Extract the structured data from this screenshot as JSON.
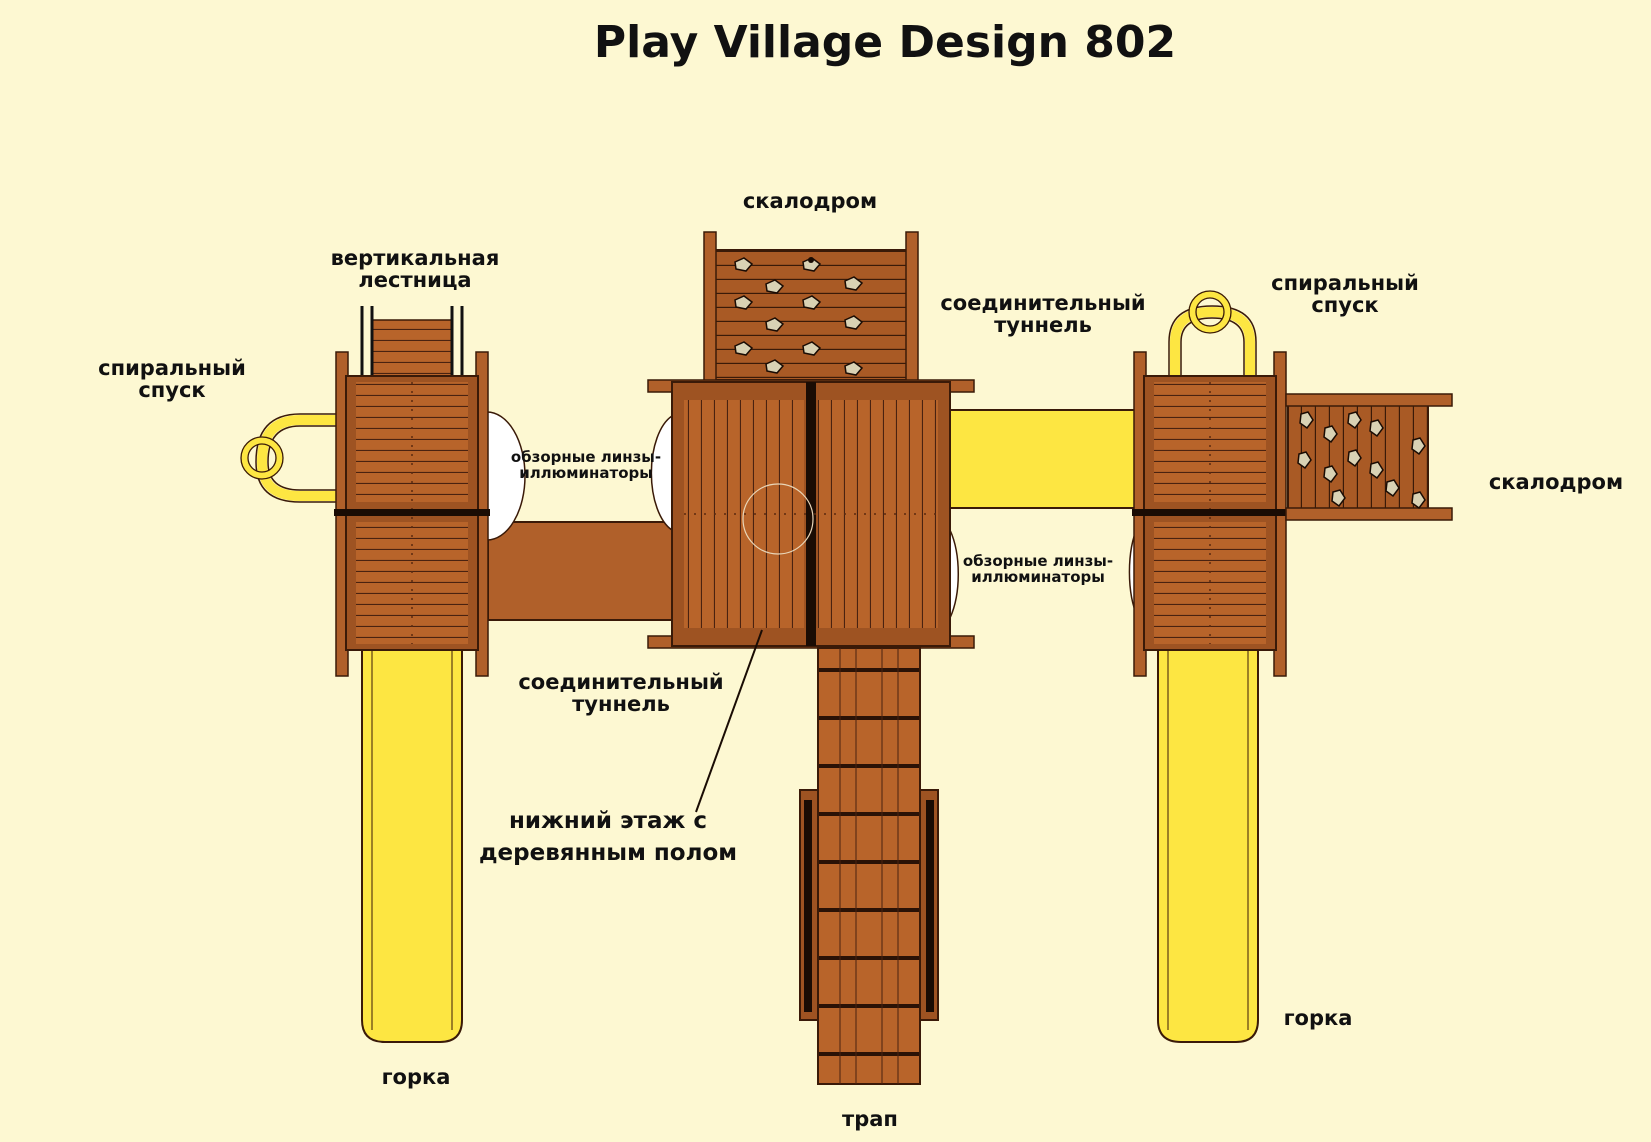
{
  "title": "Play Village Design 802",
  "labels": {
    "climbing_wall_top": "скалодром",
    "vertical_ladder": [
      "вертикальная",
      "лестница"
    ],
    "spiral_left": [
      "спиральный",
      "спуск"
    ],
    "tunnel_top": [
      "соединительный",
      "туннель"
    ],
    "spiral_right": [
      "спиральный",
      "спуск"
    ],
    "climbing_wall_right": "скалодром",
    "lenses_left": [
      "обзорные линзы-",
      "иллюминаторы"
    ],
    "lenses_right": [
      "обзорные линзы-",
      "иллюминаторы"
    ],
    "tunnel_bottom": [
      "соединительный",
      "туннель"
    ],
    "lower_floor": [
      "нижний этаж с",
      "деревянным полом"
    ],
    "slide_left": "горка",
    "slide_right": "горка",
    "ramp": "трап"
  },
  "colors": {
    "background": "#fdf8d2",
    "wood": "#b8642a",
    "wood_dark": "#8a4518",
    "slide": "#fde642",
    "outline": "#3a1a08"
  }
}
